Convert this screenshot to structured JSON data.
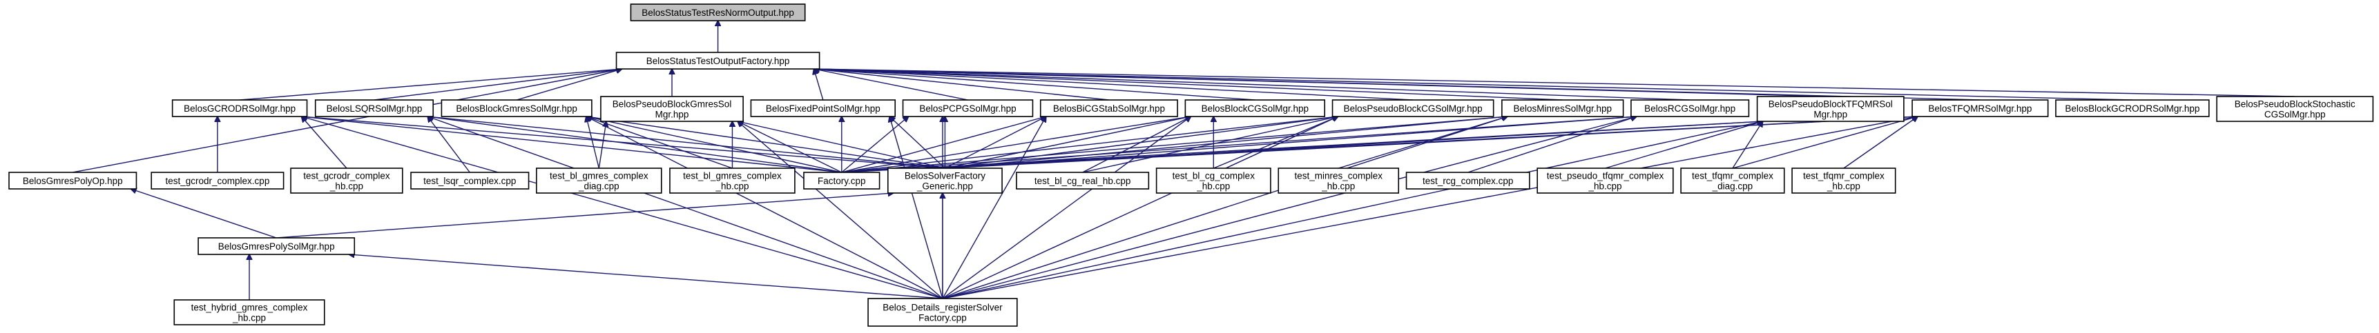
{
  "graph": {
    "nodes": [
      {
        "id": "root",
        "lines": [
          "BelosStatusTestResNormOutput.hpp"
        ],
        "highlight": true
      },
      {
        "id": "factory_hpp",
        "lines": [
          "BelosStatusTestOutputFactory.hpp"
        ]
      },
      {
        "id": "gcrodr",
        "lines": [
          "BelosGCRODRSolMgr.hpp"
        ]
      },
      {
        "id": "lsqr",
        "lines": [
          "BelosLSQRSolMgr.hpp"
        ]
      },
      {
        "id": "blockgmres",
        "lines": [
          "BelosBlockGmresSolMgr.hpp"
        ]
      },
      {
        "id": "pseudoblockgmres",
        "lines": [
          "BelosPseudoBlockGmresSol",
          "Mgr.hpp"
        ]
      },
      {
        "id": "fixedpoint",
        "lines": [
          "BelosFixedPointSolMgr.hpp"
        ]
      },
      {
        "id": "pcpg",
        "lines": [
          "BelosPCPGSolMgr.hpp"
        ]
      },
      {
        "id": "bicgstab",
        "lines": [
          "BelosBiCGStabSolMgr.hpp"
        ]
      },
      {
        "id": "blockcg",
        "lines": [
          "BelosBlockCGSolMgr.hpp"
        ]
      },
      {
        "id": "pseudoblockcg",
        "lines": [
          "BelosPseudoBlockCGSolMgr.hpp"
        ]
      },
      {
        "id": "minres",
        "lines": [
          "BelosMinresSolMgr.hpp"
        ]
      },
      {
        "id": "rcg",
        "lines": [
          "BelosRCGSolMgr.hpp"
        ]
      },
      {
        "id": "pseudoblocktfqmr",
        "lines": [
          "BelosPseudoBlockTFQMRSol",
          "Mgr.hpp"
        ]
      },
      {
        "id": "tfqmr",
        "lines": [
          "BelosTFQMRSolMgr.hpp"
        ]
      },
      {
        "id": "blockgcrodr",
        "lines": [
          "BelosBlockGCRODRSolMgr.hpp"
        ]
      },
      {
        "id": "pseudoblockstoch",
        "lines": [
          "BelosPseudoBlockStochastic",
          "CGSolMgr.hpp"
        ]
      },
      {
        "id": "gmrespolyop",
        "lines": [
          "BelosGmresPolyOp.hpp"
        ]
      },
      {
        "id": "test_gcrodr_cpp",
        "lines": [
          "test_gcrodr_complex.cpp"
        ]
      },
      {
        "id": "test_gcrodr_hb",
        "lines": [
          "test_gcrodr_complex",
          "_hb.cpp"
        ]
      },
      {
        "id": "test_lsqr",
        "lines": [
          "test_lsqr_complex.cpp"
        ]
      },
      {
        "id": "test_bl_gmres_diag",
        "lines": [
          "test_bl_gmres_complex",
          "_diag.cpp"
        ]
      },
      {
        "id": "test_bl_gmres_hb",
        "lines": [
          "test_bl_gmres_complex",
          "_hb.cpp"
        ]
      },
      {
        "id": "factory_cpp",
        "lines": [
          "Factory.cpp"
        ]
      },
      {
        "id": "solverfactory_generic",
        "lines": [
          "BelosSolverFactory",
          "_Generic.hpp"
        ]
      },
      {
        "id": "test_bl_cg_real",
        "lines": [
          "test_bl_cg_real_hb.cpp"
        ]
      },
      {
        "id": "test_bl_cg_complex",
        "lines": [
          "test_bl_cg_complex",
          "_hb.cpp"
        ]
      },
      {
        "id": "test_minres",
        "lines": [
          "test_minres_complex",
          "_hb.cpp"
        ]
      },
      {
        "id": "test_rcg",
        "lines": [
          "test_rcg_complex.cpp"
        ]
      },
      {
        "id": "test_pseudo_tfqmr",
        "lines": [
          "test_pseudo_tfqmr_complex",
          "_hb.cpp"
        ]
      },
      {
        "id": "test_tfqmr_diag",
        "lines": [
          "test_tfqmr_complex",
          "_diag.cpp"
        ]
      },
      {
        "id": "test_tfqmr_hb",
        "lines": [
          "test_tfqmr_complex",
          "_hb.cpp"
        ]
      },
      {
        "id": "gmrespoly",
        "lines": [
          "BelosGmresPolySolMgr.hpp"
        ]
      },
      {
        "id": "test_hybrid",
        "lines": [
          "test_hybrid_gmres_complex",
          "_hb.cpp"
        ]
      },
      {
        "id": "details_register",
        "lines": [
          "Belos_Details_registerSolver",
          "Factory.cpp"
        ]
      }
    ],
    "edges": [
      [
        "factory_hpp",
        "root"
      ],
      [
        "gcrodr",
        "factory_hpp"
      ],
      [
        "lsqr",
        "factory_hpp"
      ],
      [
        "blockgmres",
        "factory_hpp"
      ],
      [
        "pseudoblockgmres",
        "factory_hpp"
      ],
      [
        "fixedpoint",
        "factory_hpp"
      ],
      [
        "pcpg",
        "factory_hpp"
      ],
      [
        "bicgstab",
        "factory_hpp"
      ],
      [
        "blockcg",
        "factory_hpp"
      ],
      [
        "pseudoblockcg",
        "factory_hpp"
      ],
      [
        "minres",
        "factory_hpp"
      ],
      [
        "rcg",
        "factory_hpp"
      ],
      [
        "pseudoblocktfqmr",
        "factory_hpp"
      ],
      [
        "tfqmr",
        "factory_hpp"
      ],
      [
        "blockgcrodr",
        "factory_hpp"
      ],
      [
        "pseudoblockstoch",
        "factory_hpp"
      ],
      [
        "gmrespolyop",
        "factory_hpp"
      ],
      [
        "test_gcrodr_cpp",
        "gcrodr"
      ],
      [
        "test_gcrodr_hb",
        "gcrodr"
      ],
      [
        "factory_cpp",
        "gcrodr"
      ],
      [
        "solverfactory_generic",
        "gcrodr"
      ],
      [
        "details_register",
        "gcrodr"
      ],
      [
        "test_lsqr",
        "lsqr"
      ],
      [
        "factory_cpp",
        "lsqr"
      ],
      [
        "solverfactory_generic",
        "lsqr"
      ],
      [
        "details_register",
        "lsqr"
      ],
      [
        "test_bl_gmres_diag",
        "blockgmres"
      ],
      [
        "test_bl_gmres_hb",
        "blockgmres"
      ],
      [
        "factory_cpp",
        "blockgmres"
      ],
      [
        "solverfactory_generic",
        "blockgmres"
      ],
      [
        "details_register",
        "blockgmres"
      ],
      [
        "test_bl_gmres_diag",
        "pseudoblockgmres"
      ],
      [
        "test_bl_gmres_hb",
        "pseudoblockgmres"
      ],
      [
        "factory_cpp",
        "pseudoblockgmres"
      ],
      [
        "solverfactory_generic",
        "pseudoblockgmres"
      ],
      [
        "details_register",
        "pseudoblockgmres"
      ],
      [
        "factory_cpp",
        "fixedpoint"
      ],
      [
        "solverfactory_generic",
        "fixedpoint"
      ],
      [
        "details_register",
        "fixedpoint"
      ],
      [
        "factory_cpp",
        "pcpg"
      ],
      [
        "solverfactory_generic",
        "pcpg"
      ],
      [
        "details_register",
        "pcpg"
      ],
      [
        "factory_cpp",
        "bicgstab"
      ],
      [
        "solverfactory_generic",
        "bicgstab"
      ],
      [
        "details_register",
        "bicgstab"
      ],
      [
        "factory_cpp",
        "blockcg"
      ],
      [
        "solverfactory_generic",
        "blockcg"
      ],
      [
        "test_bl_cg_real",
        "blockcg"
      ],
      [
        "test_bl_cg_complex",
        "blockcg"
      ],
      [
        "details_register",
        "blockcg"
      ],
      [
        "factory_cpp",
        "pseudoblockcg"
      ],
      [
        "solverfactory_generic",
        "pseudoblockcg"
      ],
      [
        "test_bl_cg_real",
        "pseudoblockcg"
      ],
      [
        "test_bl_cg_complex",
        "pseudoblockcg"
      ],
      [
        "details_register",
        "pseudoblockcg"
      ],
      [
        "factory_cpp",
        "minres"
      ],
      [
        "solverfactory_generic",
        "minres"
      ],
      [
        "test_minres",
        "minres"
      ],
      [
        "details_register",
        "minres"
      ],
      [
        "factory_cpp",
        "rcg"
      ],
      [
        "solverfactory_generic",
        "rcg"
      ],
      [
        "test_rcg",
        "rcg"
      ],
      [
        "details_register",
        "rcg"
      ],
      [
        "factory_cpp",
        "pseudoblocktfqmr"
      ],
      [
        "solverfactory_generic",
        "pseudoblocktfqmr"
      ],
      [
        "test_pseudo_tfqmr",
        "pseudoblocktfqmr"
      ],
      [
        "test_tfqmr_diag",
        "pseudoblocktfqmr"
      ],
      [
        "details_register",
        "pseudoblocktfqmr"
      ],
      [
        "factory_cpp",
        "tfqmr"
      ],
      [
        "solverfactory_generic",
        "tfqmr"
      ],
      [
        "test_tfqmr_diag",
        "tfqmr"
      ],
      [
        "test_tfqmr_hb",
        "tfqmr"
      ],
      [
        "details_register",
        "tfqmr"
      ],
      [
        "gmrespoly",
        "gmrespolyop"
      ],
      [
        "gmrespoly",
        "solverfactory_generic"
      ],
      [
        "details_register",
        "solverfactory_generic"
      ],
      [
        "details_register",
        "gmrespoly"
      ],
      [
        "test_hybrid",
        "gmrespoly"
      ]
    ]
  }
}
